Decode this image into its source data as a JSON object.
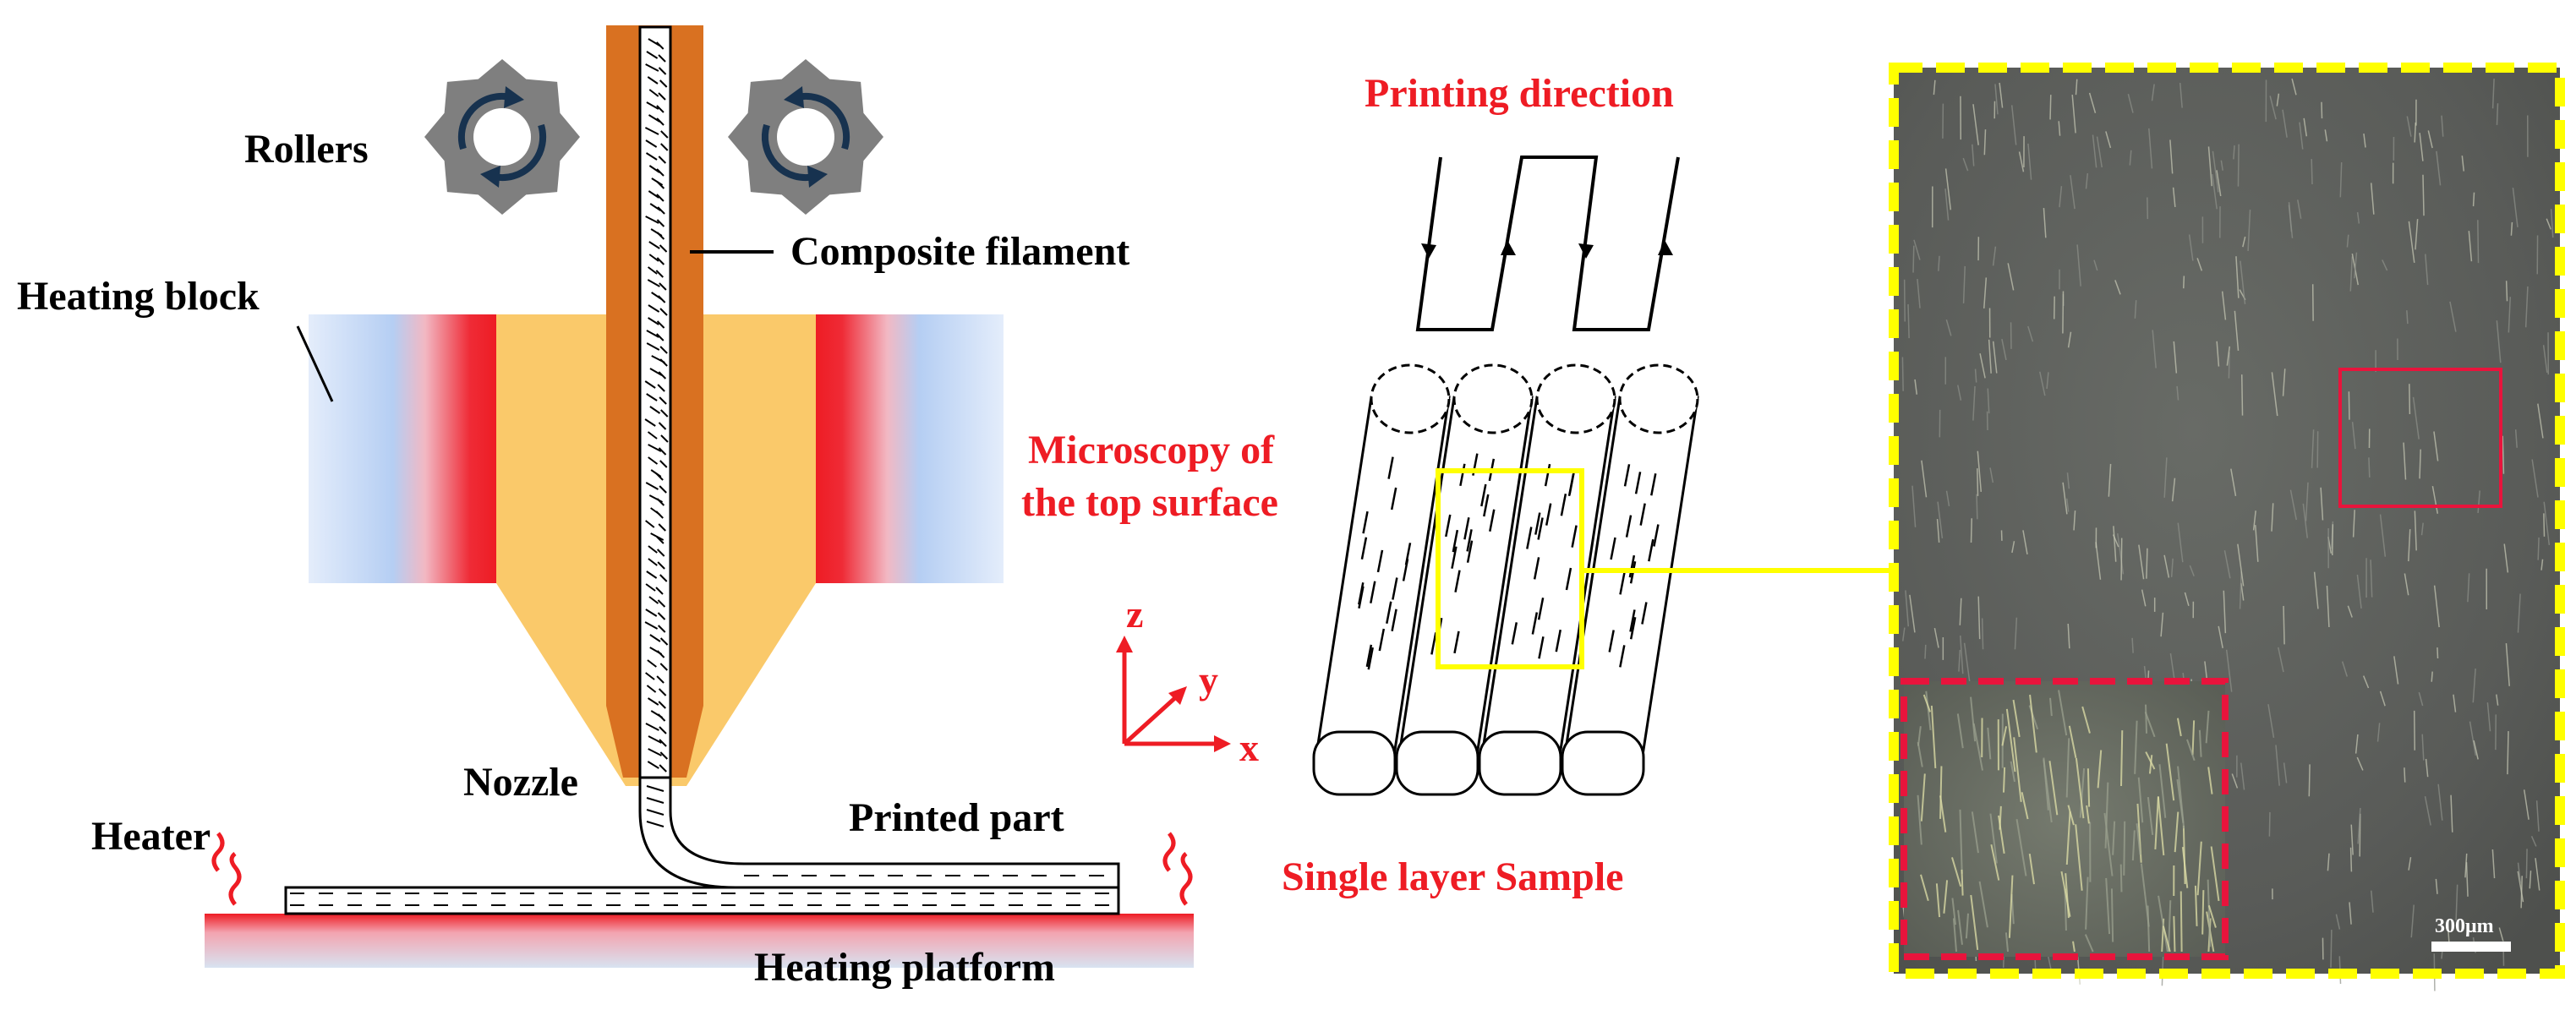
{
  "labels": {
    "rollers": "Rollers",
    "composite_filament": "Composite filament",
    "heating_block": "Heating block",
    "nozzle": "Nozzle",
    "heater": "Heater",
    "printed_part": "Printed part",
    "heating_platform": "Heating platform",
    "printing_direction": "Printing direction",
    "microscopy_line1": "Microscopy of",
    "microscopy_line2": "the top surface",
    "single_layer_sample": "Single layer Sample",
    "axis_x": "x",
    "axis_y": "y",
    "axis_z": "z",
    "scale_bar": "300μm"
  },
  "colors": {
    "filament": "#d97121",
    "nozzle": "#fac96a",
    "heater_red": "#ee1c24",
    "heating_block_blue": "#b7cff3",
    "roller_gray": "#7f7f7f",
    "roller_arrow": "#17324f",
    "highlight_yellow": "#ffff00",
    "highlight_red": "#e8143c",
    "microscopy_bg": "#5b5d5a",
    "label_red": "#ee1c24"
  }
}
